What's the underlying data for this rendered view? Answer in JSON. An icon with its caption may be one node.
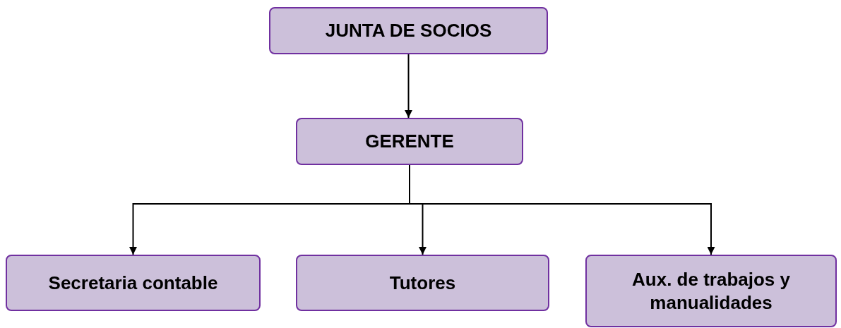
{
  "diagram": {
    "nodes": [
      {
        "text": [
          "JUNTA DE SOCIOS"
        ]
      },
      {
        "text": [
          "GERENTE"
        ]
      },
      {
        "text": [
          "Secretaria contable"
        ]
      },
      {
        "text": [
          "Tutores"
        ]
      },
      {
        "text": [
          "Aux. de trabajos y manualidades"
        ]
      }
    ],
    "edges": [
      {
        "from": 0,
        "to": 1,
        "arrow": "to"
      },
      {
        "from": 1,
        "to": 2,
        "arrow": "to"
      },
      {
        "from": 1,
        "to": 3,
        "arrow": "to"
      },
      {
        "from": 1,
        "to": 4,
        "arrow": "to"
      }
    ]
  }
}
